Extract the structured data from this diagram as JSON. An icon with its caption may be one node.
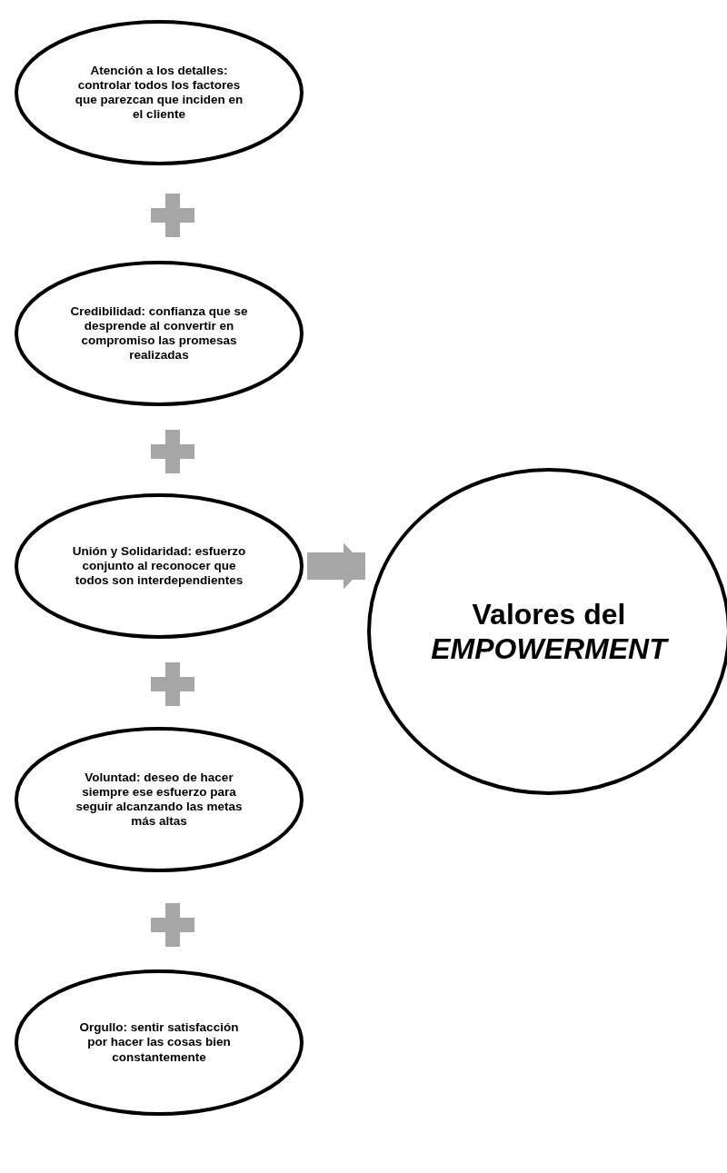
{
  "diagram": {
    "nodes": [
      {
        "text": [
          "Atención a los detalles: controlar todos los factores que parezcan que inciden en el cliente"
        ]
      },
      {
        "text": [
          "Credibilidad: confianza que se desprende al convertir en compromiso las promesas realizadas"
        ]
      },
      {
        "text": [
          "Unión y Solidaridad: esfuerzo conjunto al reconocer que todos son interdependientes"
        ]
      },
      {
        "text": [
          "Voluntad: deseo de hacer siempre ese esfuerzo para seguir alcanzando las metas más altas"
        ]
      },
      {
        "text": [
          "Orgullo: sentir satisfacción por hacer las cosas bien constantemente"
        ]
      },
      {
        "text": [
          "Valores del *EMPOWERMENT*"
        ]
      }
    ],
    "edges": [
      {
        "from": 2,
        "to": 5,
        "arrow": "to"
      }
    ]
  }
}
